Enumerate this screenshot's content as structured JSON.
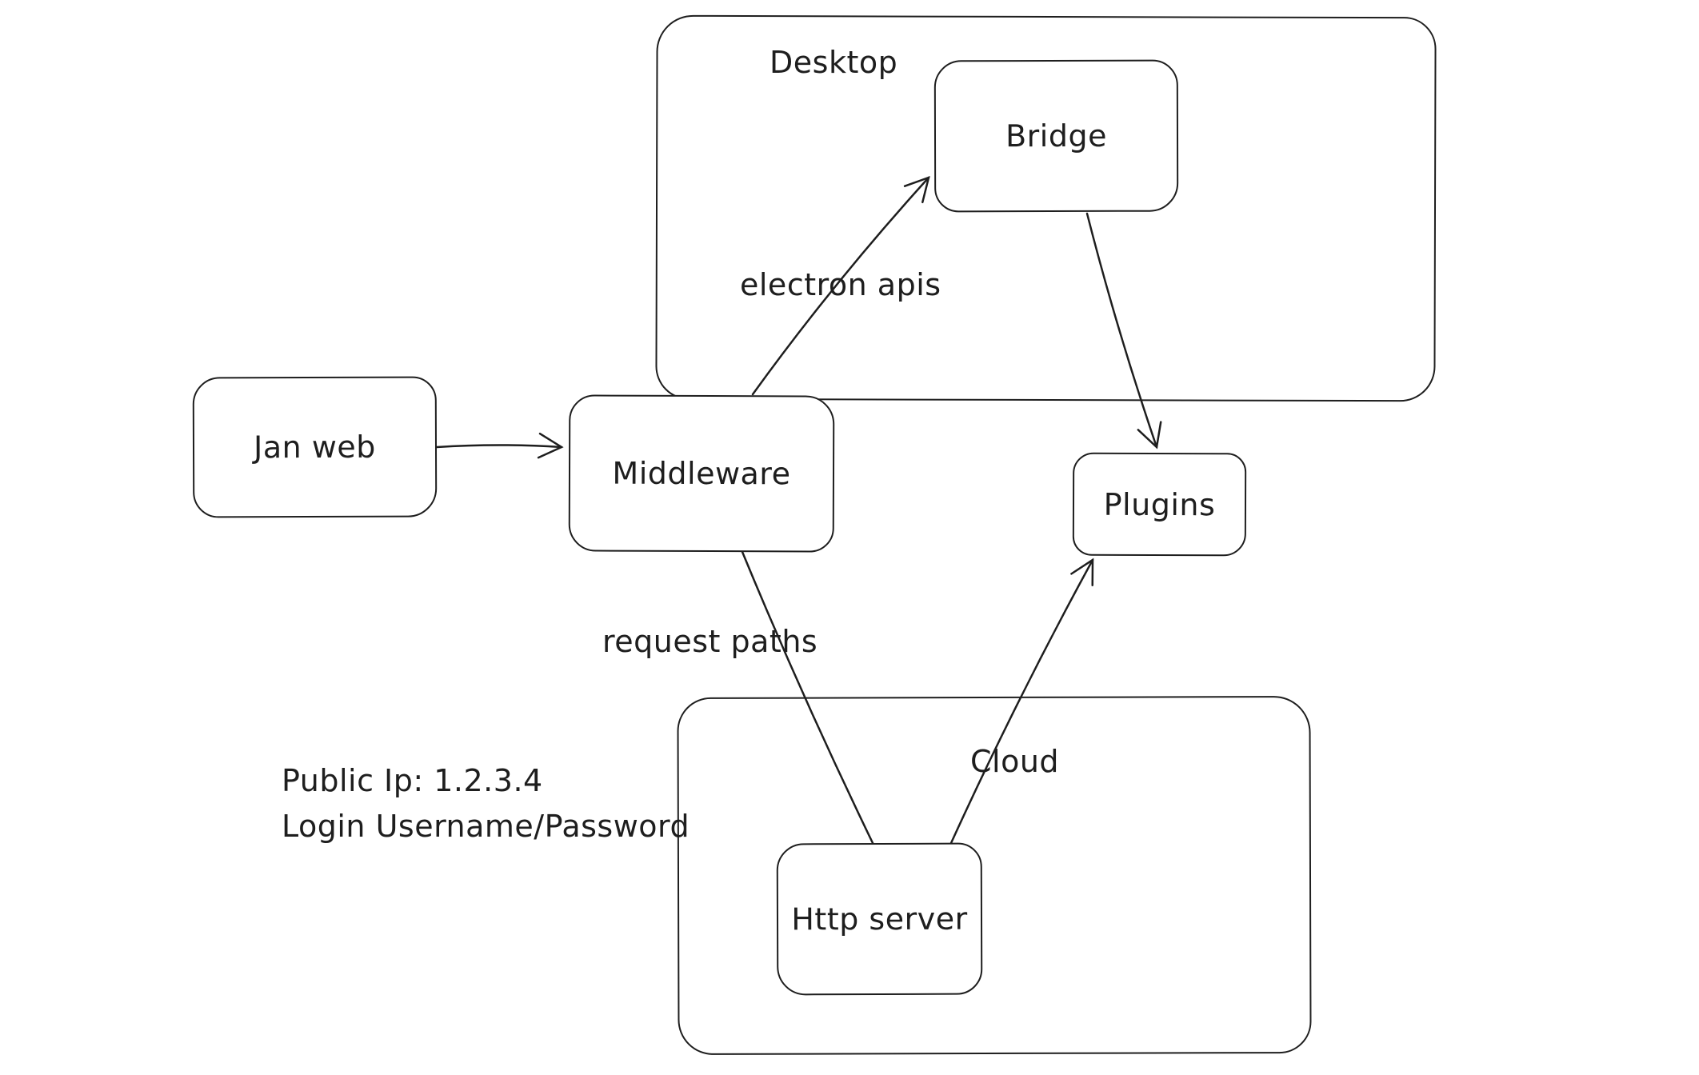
{
  "diagram": {
    "colors": {
      "stroke": "#1e1e1e",
      "background": "#ffffff"
    },
    "containers": [
      {
        "id": "desktop",
        "label": "Desktop"
      },
      {
        "id": "cloud",
        "label": "Cloud"
      }
    ],
    "nodes": [
      {
        "id": "jan-web",
        "label": "Jan web"
      },
      {
        "id": "middleware",
        "label": "Middleware"
      },
      {
        "id": "bridge",
        "label": "Bridge"
      },
      {
        "id": "plugins",
        "label": "Plugins"
      },
      {
        "id": "http-server",
        "label": "Http server"
      }
    ],
    "edges": [
      {
        "id": "jan-web-to-middleware",
        "from": "Jan web",
        "to": "Middleware",
        "label": ""
      },
      {
        "id": "middleware-to-bridge",
        "from": "Middleware",
        "to": "Bridge",
        "label": "electron apis"
      },
      {
        "id": "bridge-to-plugins",
        "from": "Bridge",
        "to": "Plugins",
        "label": ""
      },
      {
        "id": "middleware-to-http-server",
        "from": "Middleware",
        "to": "Http server",
        "label": "request paths"
      },
      {
        "id": "http-server-to-plugins",
        "from": "Http server",
        "to": "Plugins",
        "label": ""
      }
    ],
    "annotations": [
      {
        "text": "Public Ip: 1.2.3.4"
      },
      {
        "text": "Login Username/Password"
      }
    ]
  }
}
